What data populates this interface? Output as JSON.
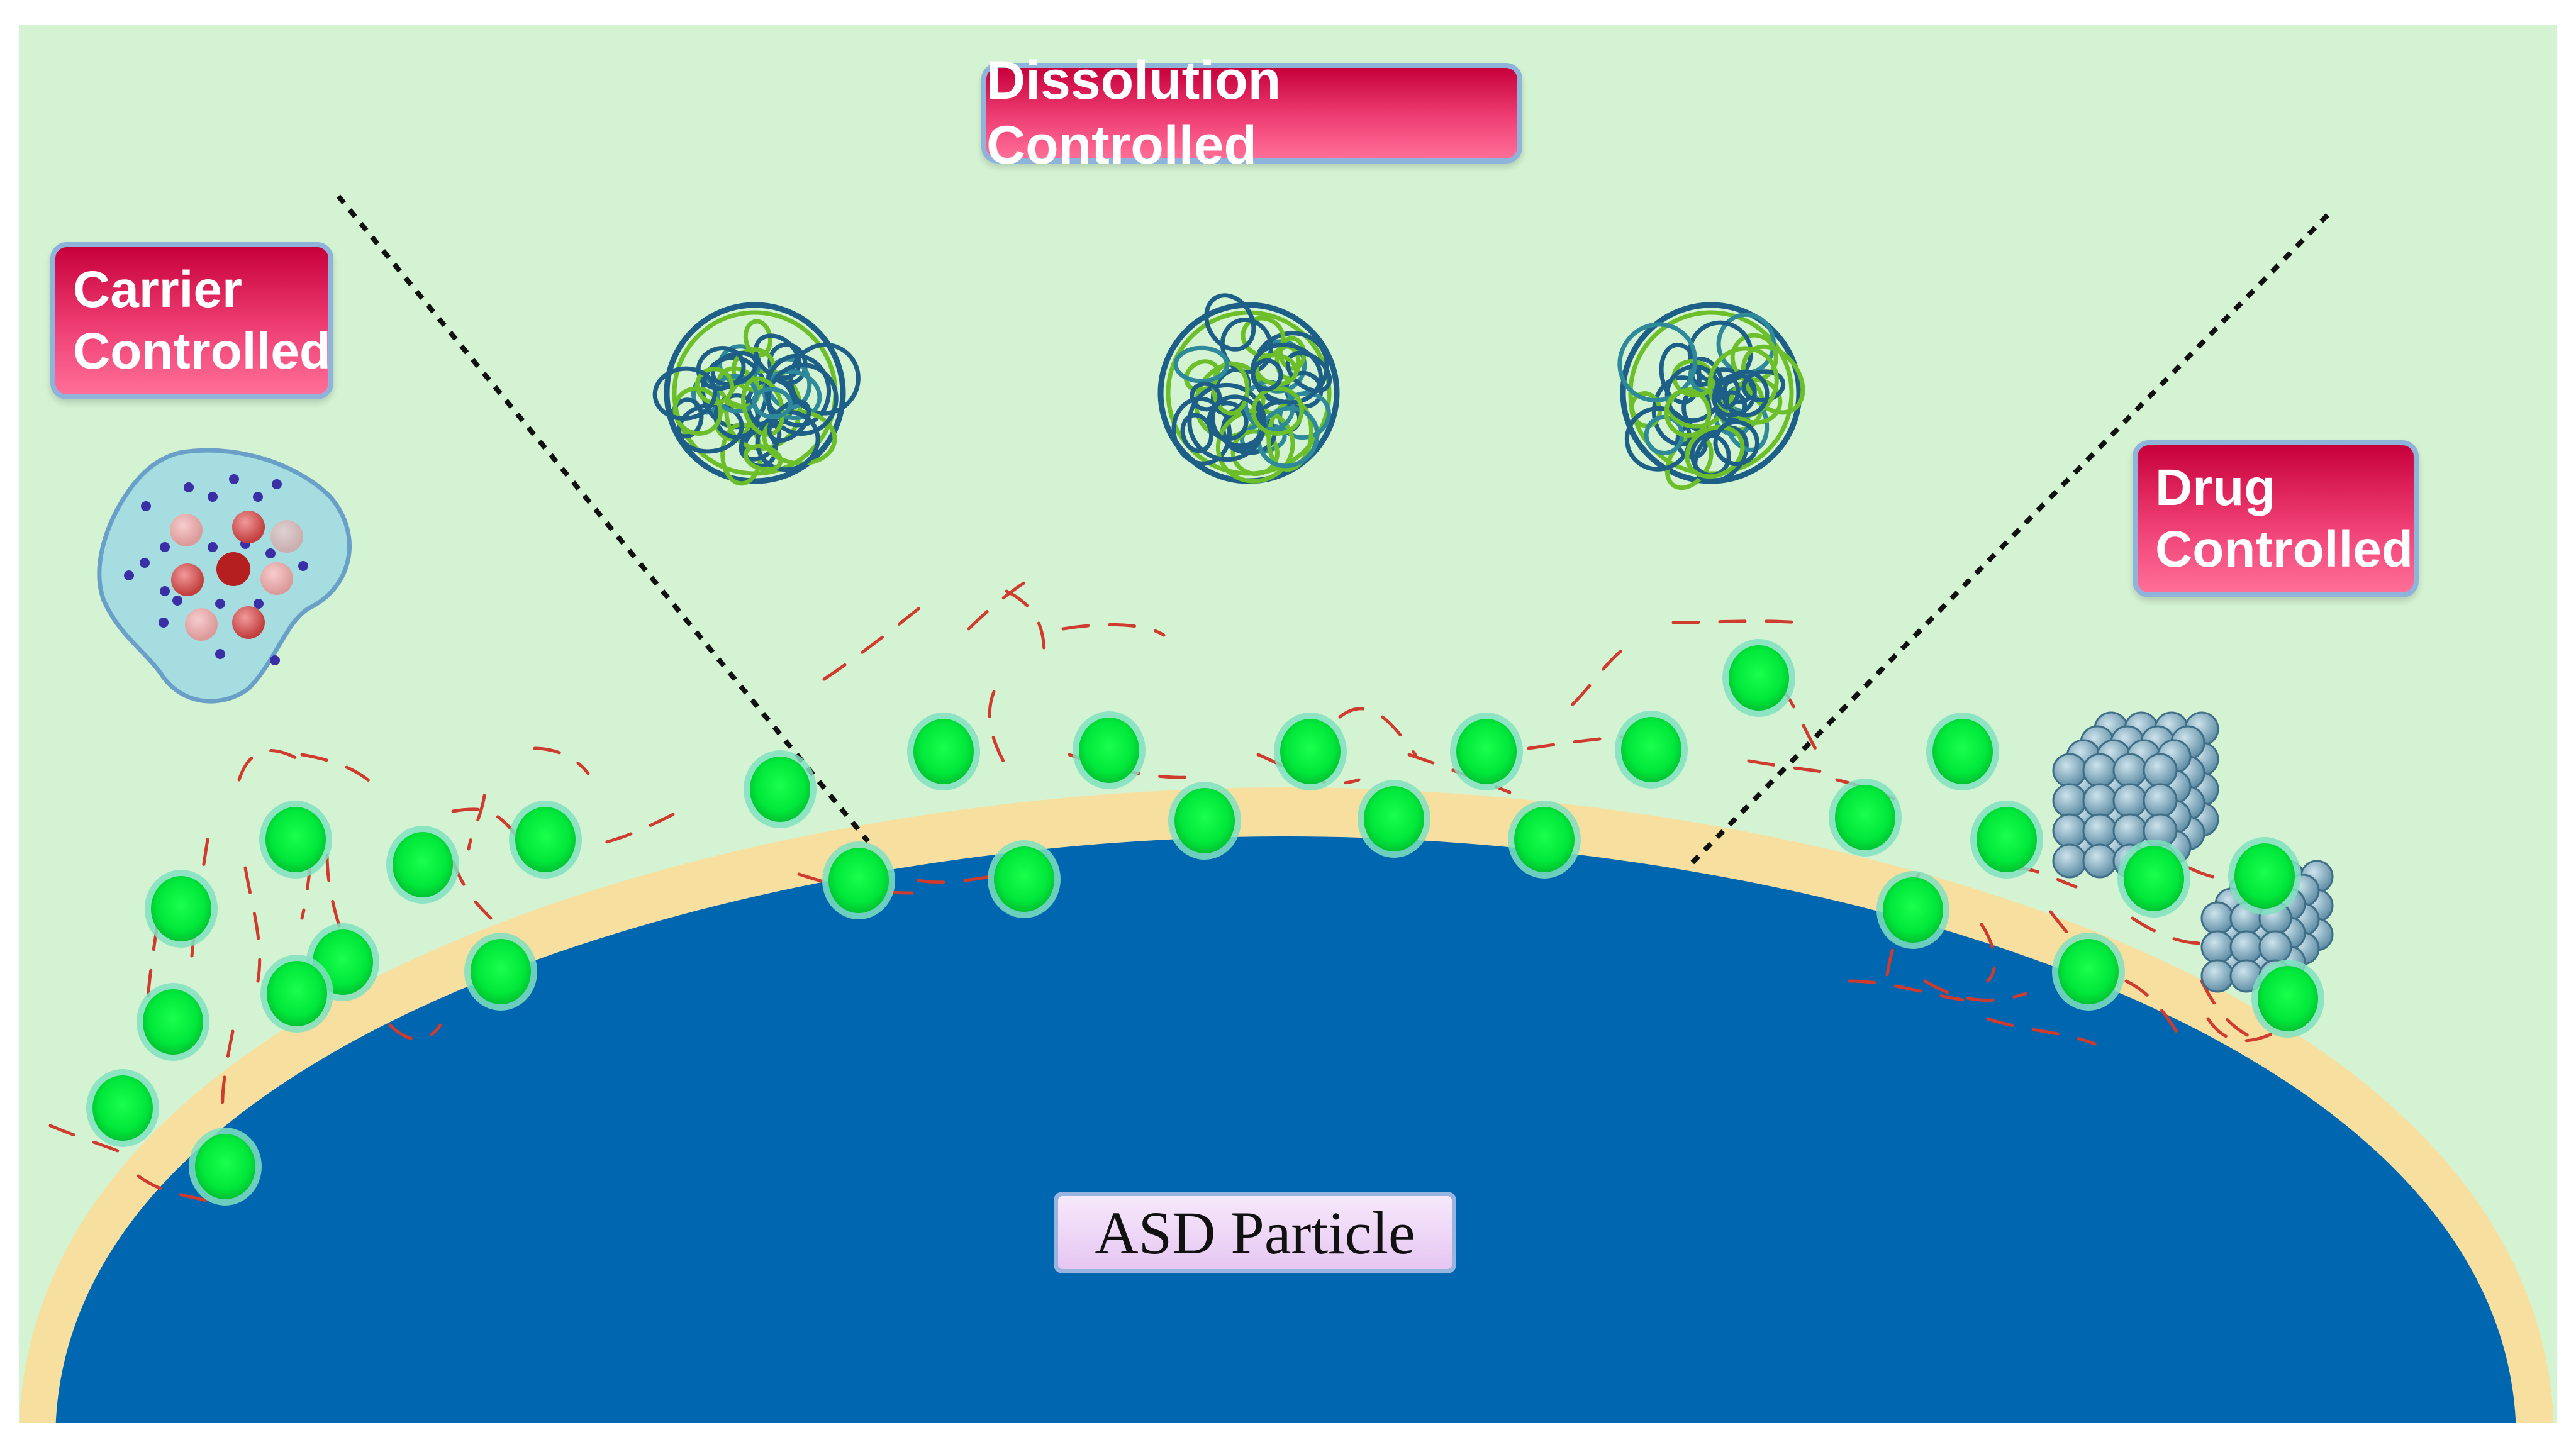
{
  "labels": {
    "dissolution": "Dissolution Controlled",
    "carrier_line1": "Carrier",
    "carrier_line2": "Controlled",
    "drug_line1": "Drug",
    "drug_line2": "Controlled",
    "particle": "ASD Particle"
  },
  "colors": {
    "background": "#d4f3d2",
    "particle_core": "#0066b0",
    "particle_shell": "#f7dfa0",
    "drug_molecule": "#00f03a",
    "polymer_chain": "#c0392b",
    "label_fill": "#e8245e",
    "label_border": "#8fb4dc"
  },
  "icons": [
    "polymer-coil-icon",
    "carrier-vesicle-icon",
    "crystal-lattice-icon",
    "drug-molecule-icon"
  ]
}
